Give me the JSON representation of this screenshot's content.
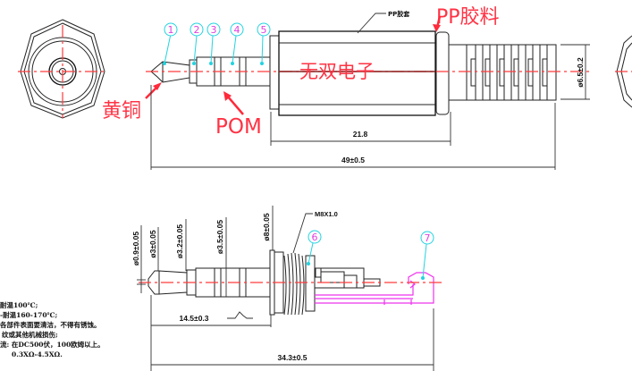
{
  "drawing": {
    "title": "3.5mm audio plug technical drawing",
    "colors": {
      "centerline": "#ff3b3b",
      "callout": "#22d3e0",
      "callout_number": "#e040e0",
      "annotation": "#ff3344",
      "part7": "#ee33ee"
    },
    "annotations": {
      "brass": "黄铜",
      "pom": "POM",
      "pp_plastic": "PP胶料",
      "watermark": "无双电子",
      "pp_label_small": "PP胶套"
    },
    "callouts": [
      "1",
      "2",
      "3",
      "4",
      "5",
      "6",
      "7"
    ],
    "top_view": {
      "dims": {
        "body_length": "21.8",
        "total_length": "49±0.5",
        "diameter": "ø6.5±0.2"
      }
    },
    "bottom_view": {
      "thread_label": "M8X1.0",
      "dims": {
        "tip_dia": "ø0.9±0.05",
        "d3": "ø3±0.05",
        "d32": "ø3.2±0.05",
        "d35": "ø3.5±0.05",
        "d8": "ø8±0.05",
        "plug_length": "14.5±0.3",
        "total_length": "34.3±0.5"
      }
    },
    "notes": [
      "耐温100℃;",
      "-耐温160-170℃;",
      "各部件表面要清洁，不得有锈蚀。",
      "纹或其他机械损伤;",
      "流: 在DC500伏，100欧姆以上。",
      "0.3XΩ-4.5XΩ."
    ]
  }
}
